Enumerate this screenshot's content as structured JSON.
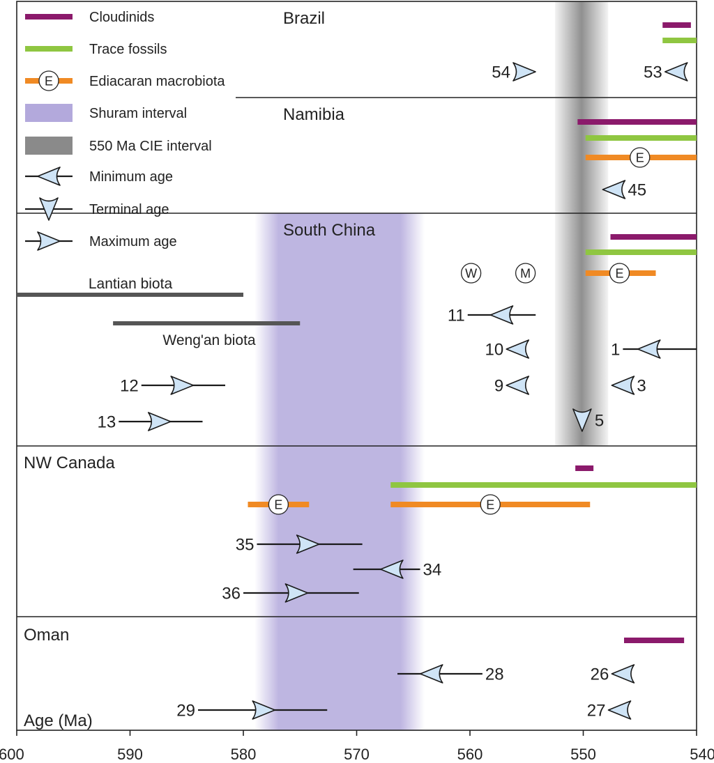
{
  "chart_data": {
    "type": "timeline",
    "xlabel": "Age (Ma)",
    "xlim": [
      600,
      540
    ],
    "x_reversed": true,
    "ticks": [
      600,
      590,
      580,
      570,
      560,
      550,
      540
    ],
    "legend": [
      {
        "key": "cloudinids",
        "label": "Cloudinids",
        "color": "#8b1a6b",
        "symbol": "bar"
      },
      {
        "key": "trace",
        "label": "Trace fossils",
        "color": "#8fc641",
        "symbol": "bar"
      },
      {
        "key": "macro",
        "label": "Ediacaran macrobiota",
        "color": "#f08a24",
        "symbol": "bar-e"
      },
      {
        "key": "shuram",
        "label": "Shuram interval",
        "color": "#b3a9dc",
        "symbol": "box"
      },
      {
        "key": "cie",
        "label": "550 Ma CIE interval",
        "color": "#8a8a8a",
        "symbol": "box"
      },
      {
        "key": "min",
        "label": "Minimum age",
        "symbol": "min"
      },
      {
        "key": "term",
        "label": "Terminal age",
        "symbol": "term"
      },
      {
        "key": "max",
        "label": "Maximum age",
        "symbol": "max"
      }
    ],
    "shuram_interval": [
      578.5,
      564.5
    ],
    "cie_interval": [
      552.5,
      547.8
    ],
    "regions": [
      {
        "name": "Brazil",
        "bars": [
          {
            "type": "cloudinids",
            "from": 543,
            "to": 540.5
          },
          {
            "type": "trace",
            "from": 543,
            "to": 540
          }
        ],
        "markers": [
          {
            "label": "54",
            "kind": "max",
            "at": 555.2,
            "label_side": "left"
          },
          {
            "label": "53",
            "kind": "min",
            "at": 541.8,
            "label_side": "left"
          }
        ]
      },
      {
        "name": "Namibia",
        "bars": [
          {
            "type": "cloudinids",
            "from": 550.5,
            "to": 540
          },
          {
            "type": "trace",
            "from": 549.8,
            "to": 540
          },
          {
            "type": "macro",
            "from": 549.8,
            "to": 540,
            "e_at": 545
          }
        ],
        "markers": [
          {
            "label": "45",
            "kind": "min",
            "at": 547.3,
            "label_side": "right"
          }
        ]
      },
      {
        "name": "South China",
        "bars": [
          {
            "type": "cloudinids",
            "from": 547.6,
            "to": 540
          },
          {
            "type": "trace",
            "from": 549.8,
            "to": 540
          },
          {
            "type": "macro",
            "from": 549.8,
            "to": 543.6,
            "e_at": 546.8
          }
        ],
        "biotas": [
          {
            "label": "Lantian biota",
            "from": 600,
            "to": 580
          },
          {
            "label": "Weng'an biota",
            "from": 591.5,
            "to": 575
          }
        ],
        "circle_labels": [
          {
            "letter": "W",
            "at": 559.9
          },
          {
            "letter": "M",
            "at": 555.1
          }
        ],
        "markers": [
          {
            "label": "11",
            "kind": "min",
            "at": 557.2,
            "from": 560.2,
            "to": 554.2,
            "label_side": "left"
          },
          {
            "label": "10",
            "kind": "min",
            "at": 555.8,
            "label_side": "left"
          },
          {
            "label": "1",
            "kind": "min",
            "at": 544.2,
            "from": 546.5,
            "to": 540,
            "label_side": "left"
          },
          {
            "label": "9",
            "kind": "min",
            "at": 555.8,
            "label_side": "left"
          },
          {
            "label": "3",
            "kind": "min",
            "at": 546.5,
            "label_side": "right"
          },
          {
            "label": "12",
            "kind": "max",
            "at": 585.4,
            "from": 589,
            "to": 581.6,
            "label_side": "left"
          },
          {
            "label": "13",
            "kind": "max",
            "at": 587.4,
            "from": 591,
            "to": 583.6,
            "label_side": "left"
          },
          {
            "label": "5",
            "kind": "term",
            "at": 550.1,
            "label_side": "right"
          }
        ]
      },
      {
        "name": "NW Canada",
        "bars": [
          {
            "type": "cloudinids",
            "from": 550.7,
            "to": 549.1
          },
          {
            "type": "trace",
            "from": 567,
            "to": 540
          },
          {
            "type": "macro",
            "from": 579.6,
            "to": 574.2,
            "e_at": 576.9
          },
          {
            "type": "macro",
            "from": 567,
            "to": 549.4,
            "e_at": 558.2
          }
        ],
        "markers": [
          {
            "label": "35",
            "kind": "max",
            "at": 574.3,
            "from": 578.8,
            "to": 569.5,
            "label_side": "left"
          },
          {
            "label": "34",
            "kind": "min",
            "at": 566.9,
            "from": 570.3,
            "to": 564.4,
            "label_side": "right"
          },
          {
            "label": "36",
            "kind": "max",
            "at": 575.3,
            "from": 580,
            "to": 569.8,
            "label_side": "left"
          }
        ]
      },
      {
        "name": "Oman",
        "bars": [
          {
            "type": "cloudinids",
            "from": 546.4,
            "to": 541.1
          }
        ],
        "markers": [
          {
            "label": "28",
            "kind": "min",
            "at": 563.4,
            "from": 566.4,
            "to": 558.9,
            "label_side": "right"
          },
          {
            "label": "26",
            "kind": "min",
            "at": 546.5,
            "label_side": "left"
          },
          {
            "label": "29",
            "kind": "max",
            "at": 578.2,
            "from": 584,
            "to": 572.6,
            "label_side": "left"
          },
          {
            "label": "27",
            "kind": "min",
            "at": 546.8,
            "label_side": "left"
          }
        ]
      }
    ]
  }
}
